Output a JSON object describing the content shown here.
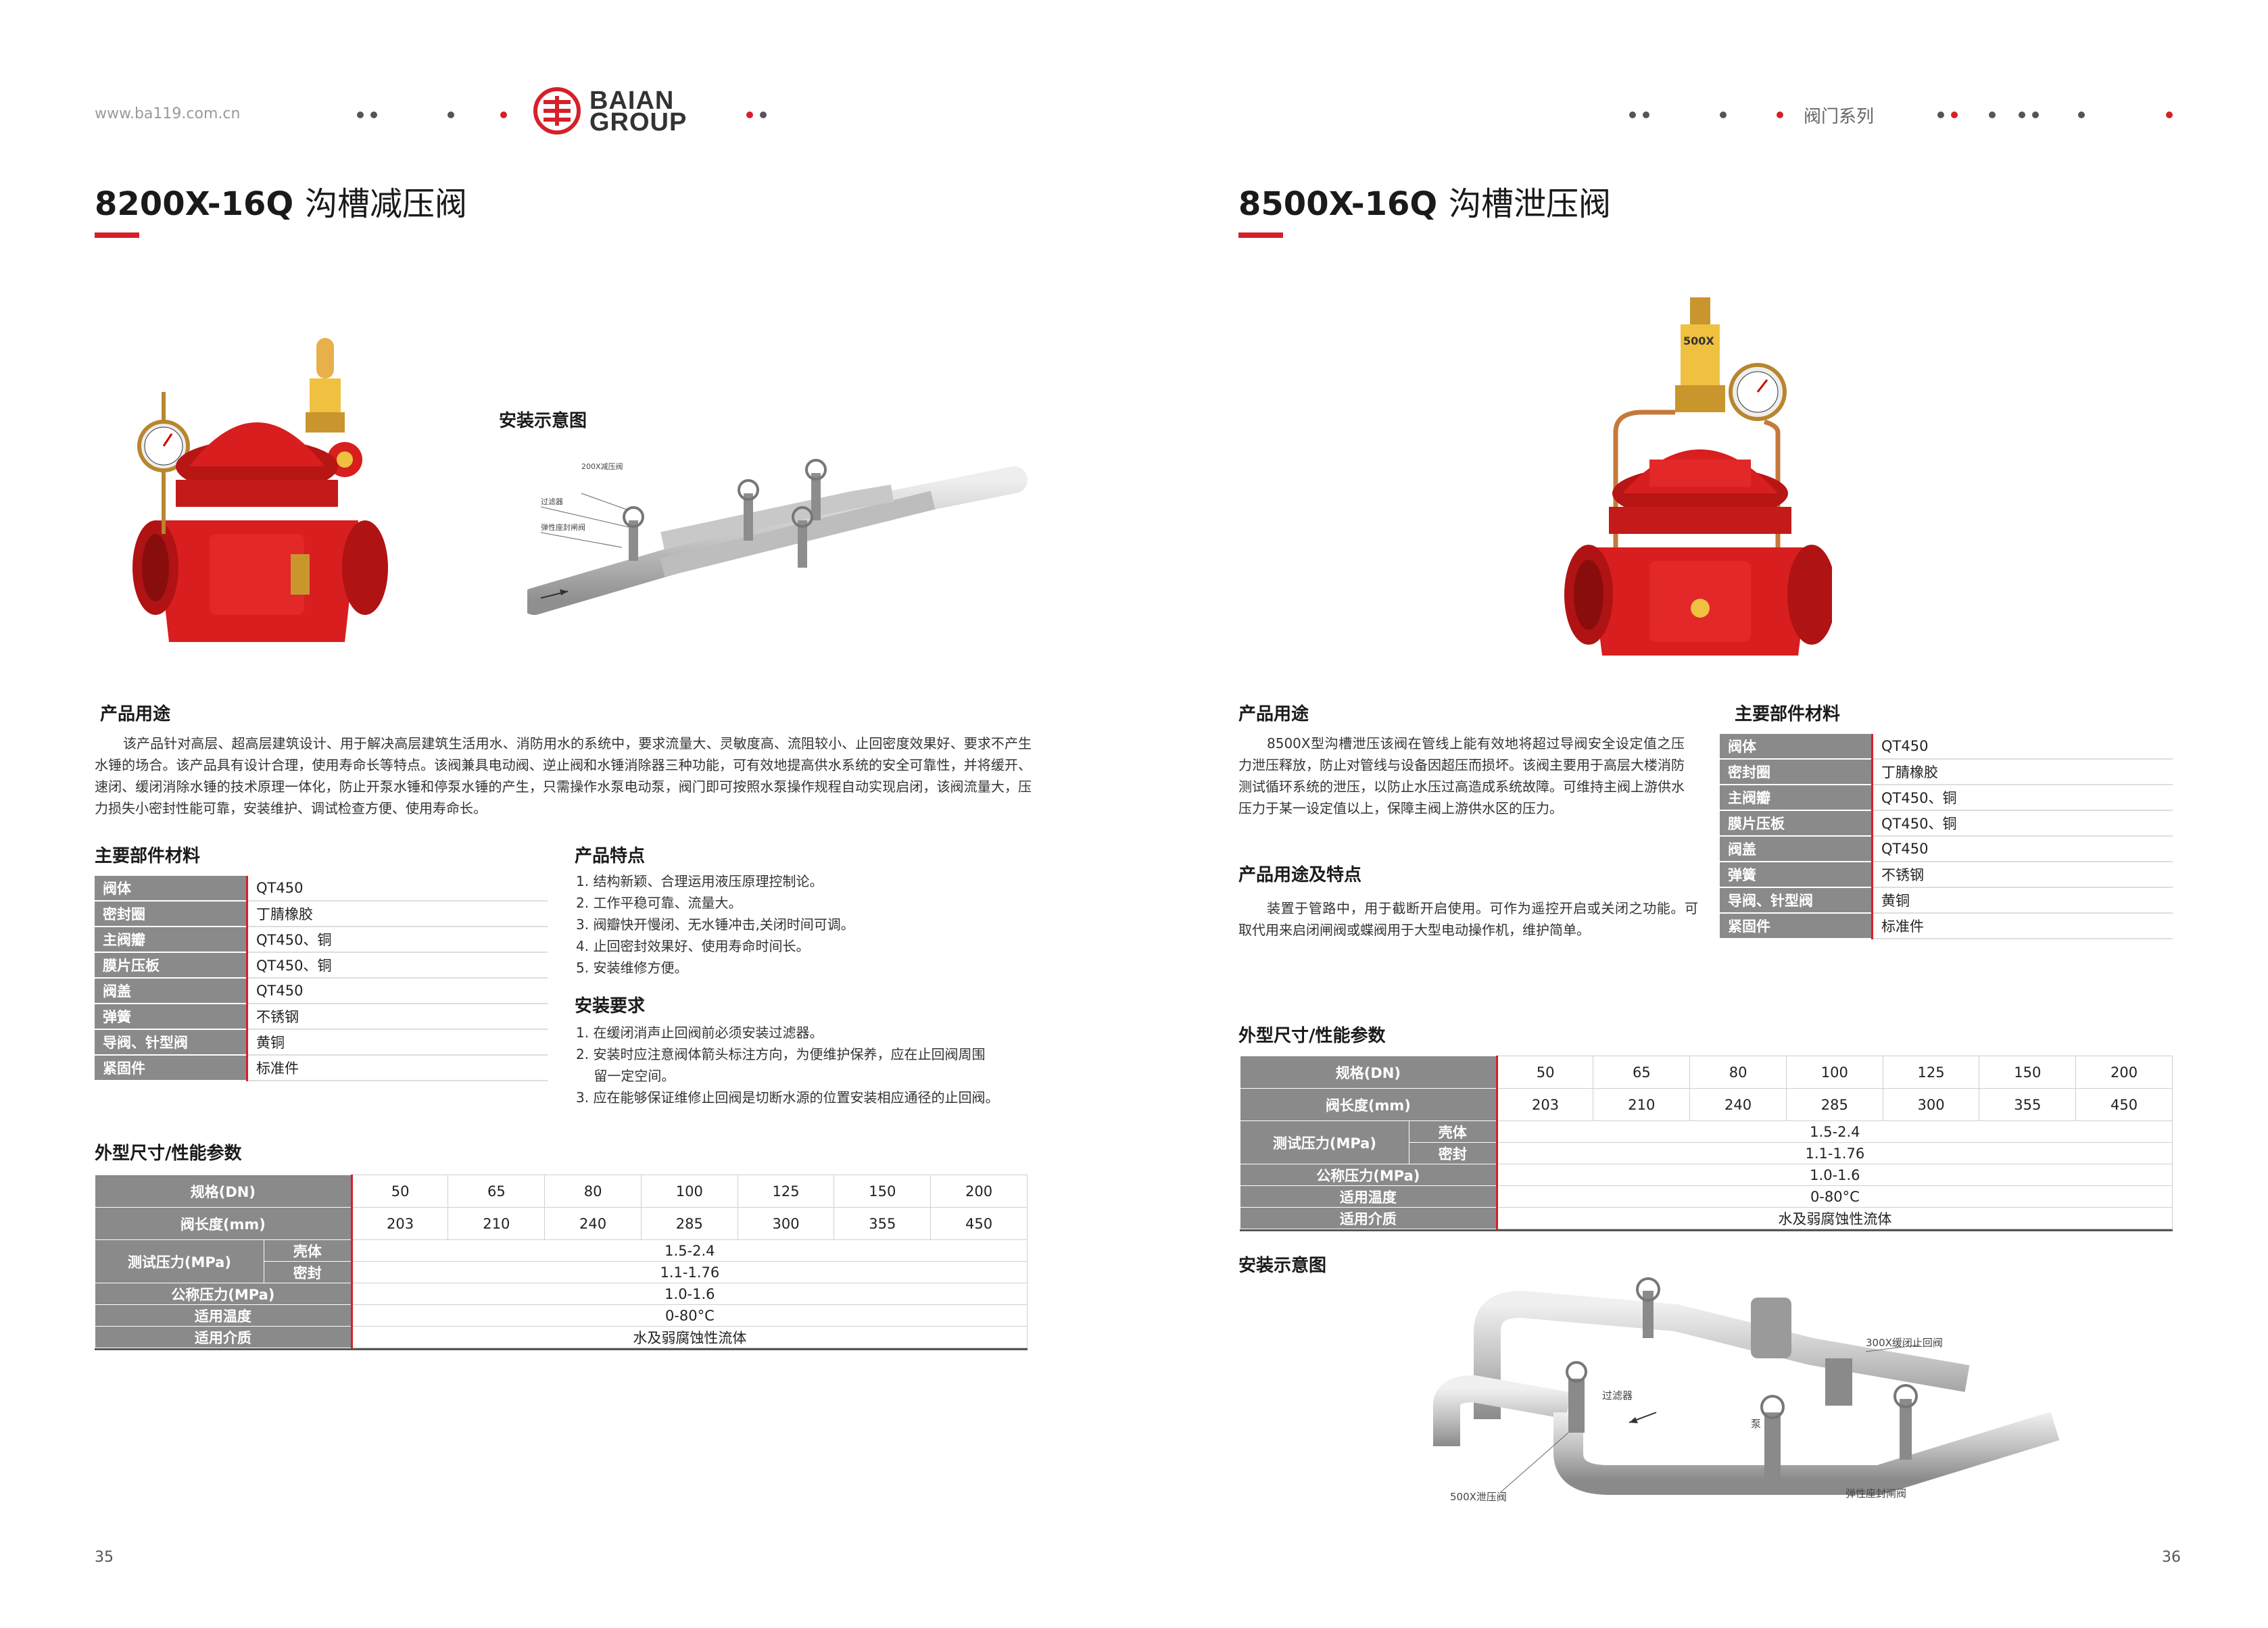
{
  "header": {
    "url": "www.ba119.com.cn",
    "logo_line1": "BAIAN",
    "logo_line2": "GROUP",
    "series": "阀门系列"
  },
  "left": {
    "title_model": "8200X-16Q",
    "title_cn": "沟槽减压阀",
    "install_label": "安装示意图",
    "diagram_labels": [
      "200X减压阀",
      "过滤器",
      "弹性座封闸阀"
    ],
    "usage_heading": "产品用途",
    "usage_text": "该产品针对高层、超高层建筑设计、用于解决高层建筑生活用水、消防用水的系统中，要求流量大、灵敏度高、流阻较小、止回密度效果好、要求不产生水锤的场合。该产品具有设计合理，使用寿命长等特点。该阀兼具电动阀、逆止阀和水锤消除器三种功能，可有效地提高供水系统的安全可靠性，并将缓开、速闭、缓闭消除水锤的技术原理一体化，防止开泵水锤和停泵水锤的产生，只需操作水泵电动泵，阀门即可按照水泵操作规程自动实现启闭，该阀流量大，压力损失小密封性能可靠，安装维护、调试检查方便、使用寿命长。",
    "materials_heading": "主要部件材料",
    "materials": [
      {
        "part": "阀体",
        "material": "QT450"
      },
      {
        "part": "密封圈",
        "material": "丁腈橡胶"
      },
      {
        "part": "主阀瓣",
        "material": "QT450、铜"
      },
      {
        "part": "膜片压板",
        "material": "QT450、铜"
      },
      {
        "part": "阀盖",
        "material": "QT450"
      },
      {
        "part": "弹簧",
        "material": "不锈钢"
      },
      {
        "part": "导阀、针型阀",
        "material": "黄铜"
      },
      {
        "part": "紧固件",
        "material": "标准件"
      }
    ],
    "features_heading": "产品特点",
    "features": [
      "1. 结构新颖、合理运用液压原理控制论。",
      "2. 工作平稳可靠、流量大。",
      "3. 阀瓣快开慢闭、无水锤冲击,关闭时间可调。",
      "4. 止回密封效果好、使用寿命时间长。",
      "5. 安装维修方便。"
    ],
    "requirements_heading": "安装要求",
    "requirements": [
      "1. 在缓闭消声止回阀前必须安装过滤器。",
      "2. 安装时应注意阀体箭头标注方向，为便维护保养，应在止回阀周围",
      "　 留一定空间。",
      "3. 应在能够保证维修止回阀是切断水源的位置安装相应通径的止回阀。"
    ],
    "spec_heading": "外型尺寸/性能参数",
    "spec": {
      "dn_label": "规格(DN)",
      "dn": [
        "50",
        "65",
        "80",
        "100",
        "125",
        "150",
        "200"
      ],
      "len_label": "阀长度(mm)",
      "len": [
        "203",
        "210",
        "240",
        "285",
        "300",
        "355",
        "450"
      ],
      "test_label": "测试压力(MPa)",
      "shell_label": "壳体",
      "shell": "1.5-2.4",
      "seal_label": "密封",
      "seal": "1.1-1.76",
      "nominal_label": "公称压力(MPa)",
      "nominal": "1.0-1.6",
      "temp_label": "适用温度",
      "temp": "0-80°C",
      "medium_label": "适用介质",
      "medium": "水及弱腐蚀性流体"
    },
    "page_number": "35"
  },
  "right": {
    "title_model": "8500X-16Q",
    "title_cn": "沟槽泄压阀",
    "usage_heading": "产品用途",
    "usage_text": "8500X型沟槽泄压该阀在管线上能有效地将超过导阀安全设定值之压力泄压释放，防止对管线与设备因超压而损坏。该阀主要用于高层大楼消防测试循环系统的泄压，以防止水压过高造成系统故障。可维持主阀上游供水压力于某一设定值以上，保障主阀上游供水区的压力。",
    "usage2_heading": "产品用途及特点",
    "usage2_text": "装置于管路中，用于截断开启使用。可作为遥控开启或关闭之功能。可取代用来启闭闸阀或蝶阀用于大型电动操作机，维护简单。",
    "materials_heading": "主要部件材料",
    "materials": [
      {
        "part": "阀体",
        "material": "QT450"
      },
      {
        "part": "密封圈",
        "material": "丁腈橡胶"
      },
      {
        "part": "主阀瓣",
        "material": "QT450、铜"
      },
      {
        "part": "膜片压板",
        "material": "QT450、铜"
      },
      {
        "part": "阀盖",
        "material": "QT450"
      },
      {
        "part": "弹簧",
        "material": "不锈钢"
      },
      {
        "part": "导阀、针型阀",
        "material": "黄铜"
      },
      {
        "part": "紧固件",
        "material": "标准件"
      }
    ],
    "spec_heading": "外型尺寸/性能参数",
    "spec": {
      "dn_label": "规格(DN)",
      "dn": [
        "50",
        "65",
        "80",
        "100",
        "125",
        "150",
        "200"
      ],
      "len_label": "阀长度(mm)",
      "len": [
        "203",
        "210",
        "240",
        "285",
        "300",
        "355",
        "450"
      ],
      "test_label": "测试压力(MPa)",
      "shell_label": "壳体",
      "shell": "1.5-2.4",
      "seal_label": "密封",
      "seal": "1.1-1.76",
      "nominal_label": "公称压力(MPa)",
      "nominal": "1.0-1.6",
      "temp_label": "适用温度",
      "temp": "0-80°C",
      "medium_label": "适用介质",
      "medium": "水及弱腐蚀性流体"
    },
    "install_label": "安装示意图",
    "diagram_labels": [
      "300X缓闭止回阀",
      "过滤器",
      "泵",
      "500X泄压阀",
      "弹性座封闸阀"
    ],
    "valve_tag": "500X",
    "page_number": "36"
  },
  "colors": {
    "accent": "#d6202a",
    "table_header": "#8a8a8a",
    "valve_red": "#d81e1e"
  }
}
